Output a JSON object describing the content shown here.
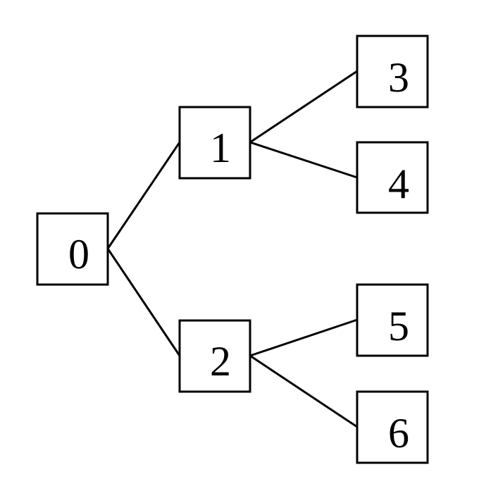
{
  "tree": {
    "nodes": [
      {
        "id": "n0",
        "label": "0"
      },
      {
        "id": "n1",
        "label": "1"
      },
      {
        "id": "n2",
        "label": "2"
      },
      {
        "id": "n3",
        "label": "3"
      },
      {
        "id": "n4",
        "label": "4"
      },
      {
        "id": "n5",
        "label": "5"
      },
      {
        "id": "n6",
        "label": "6"
      }
    ],
    "edges": [
      {
        "from": "n0",
        "to": "n1"
      },
      {
        "from": "n0",
        "to": "n2"
      },
      {
        "from": "n1",
        "to": "n3"
      },
      {
        "from": "n1",
        "to": "n4"
      },
      {
        "from": "n2",
        "to": "n5"
      },
      {
        "from": "n2",
        "to": "n6"
      }
    ]
  }
}
